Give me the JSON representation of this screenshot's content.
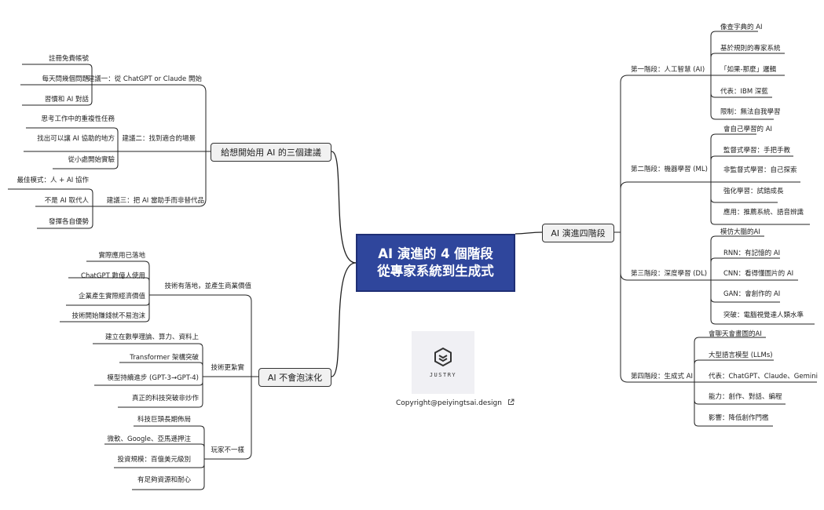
{
  "center": {
    "line1": "AI 演進的 4 個階段",
    "line2": "從專家系統到生成式"
  },
  "logo": {
    "word": "JUSTRY"
  },
  "copyright": "Copyright@peiyingtsai.design",
  "left_top": {
    "title": "給想開始用 AI 的三個建議",
    "branches": [
      {
        "label": "建議一：從 ChatGPT or Claude 開始",
        "leaves": [
          "註冊免費帳號",
          "每天問幾個問題",
          "習慣和 AI 對話"
        ]
      },
      {
        "label": "建議二：找到適合的場景",
        "leaves": [
          "思考工作中的重複性任務",
          "找出可以讓 AI 協助的地方",
          "從小處開始實驗"
        ]
      },
      {
        "label": "建議三：把 AI 當助手而非替代品",
        "leaves": [
          "最佳模式：人 + AI 協作",
          "不是 AI 取代人",
          "發揮各自優勢"
        ]
      }
    ]
  },
  "left_bottom": {
    "title": "AI 不會泡沫化",
    "branches": [
      {
        "label": "技術有落地，並產生商業價值",
        "leaves": [
          "實際應用已落地",
          "ChatGPT 數億人使用",
          "企業產生實際經濟價值",
          "技術開始賺錢就不易泡沫"
        ]
      },
      {
        "label": "技術更紮實",
        "leaves": [
          "建立在數學理論、算力、資料上",
          "Transformer 架構突破",
          "模型持續進步 (GPT-3→GPT-4)",
          "真正的科技突破非炒作"
        ]
      },
      {
        "label": "玩家不一樣",
        "leaves": [
          "科技巨頭長期佈局",
          "微軟、Google、亞馬遜押注",
          "投資規模：百億美元級別",
          "有足夠資源和耐心"
        ]
      }
    ]
  },
  "right": {
    "title": "AI 演進四階段",
    "branches": [
      {
        "label": "第一階段：人工智慧 (AI)",
        "leaves": [
          "像查字典的 AI",
          "基於規則的專家系統",
          "「如果-那麼」邏輯",
          "代表：IBM 深藍",
          "限制：無法自我學習"
        ]
      },
      {
        "label": "第二階段：機器學習 (ML)",
        "leaves": [
          "會自己學習的 AI",
          "監督式學習：手把手教",
          "非監督式學習：自己探索",
          "強化學習：試錯成長",
          "應用：推薦系統、語音辨識"
        ]
      },
      {
        "label": "第三階段：深度學習 (DL)",
        "leaves": [
          "模仿大腦的AI",
          "RNN：有記憶的 AI",
          "CNN：看得懂圖片的 AI",
          "GAN：會創作的 AI",
          "突破：電腦視覺達人類水準"
        ]
      },
      {
        "label": "第四階段：生成式 AI",
        "leaves": [
          "會聊天會畫圖的AI",
          "大型語言模型 (LLMs)",
          "代表：ChatGPT、Claude、Gemini",
          "能力：創作、對話、編程",
          "影響：降低創作門檻"
        ]
      }
    ]
  }
}
